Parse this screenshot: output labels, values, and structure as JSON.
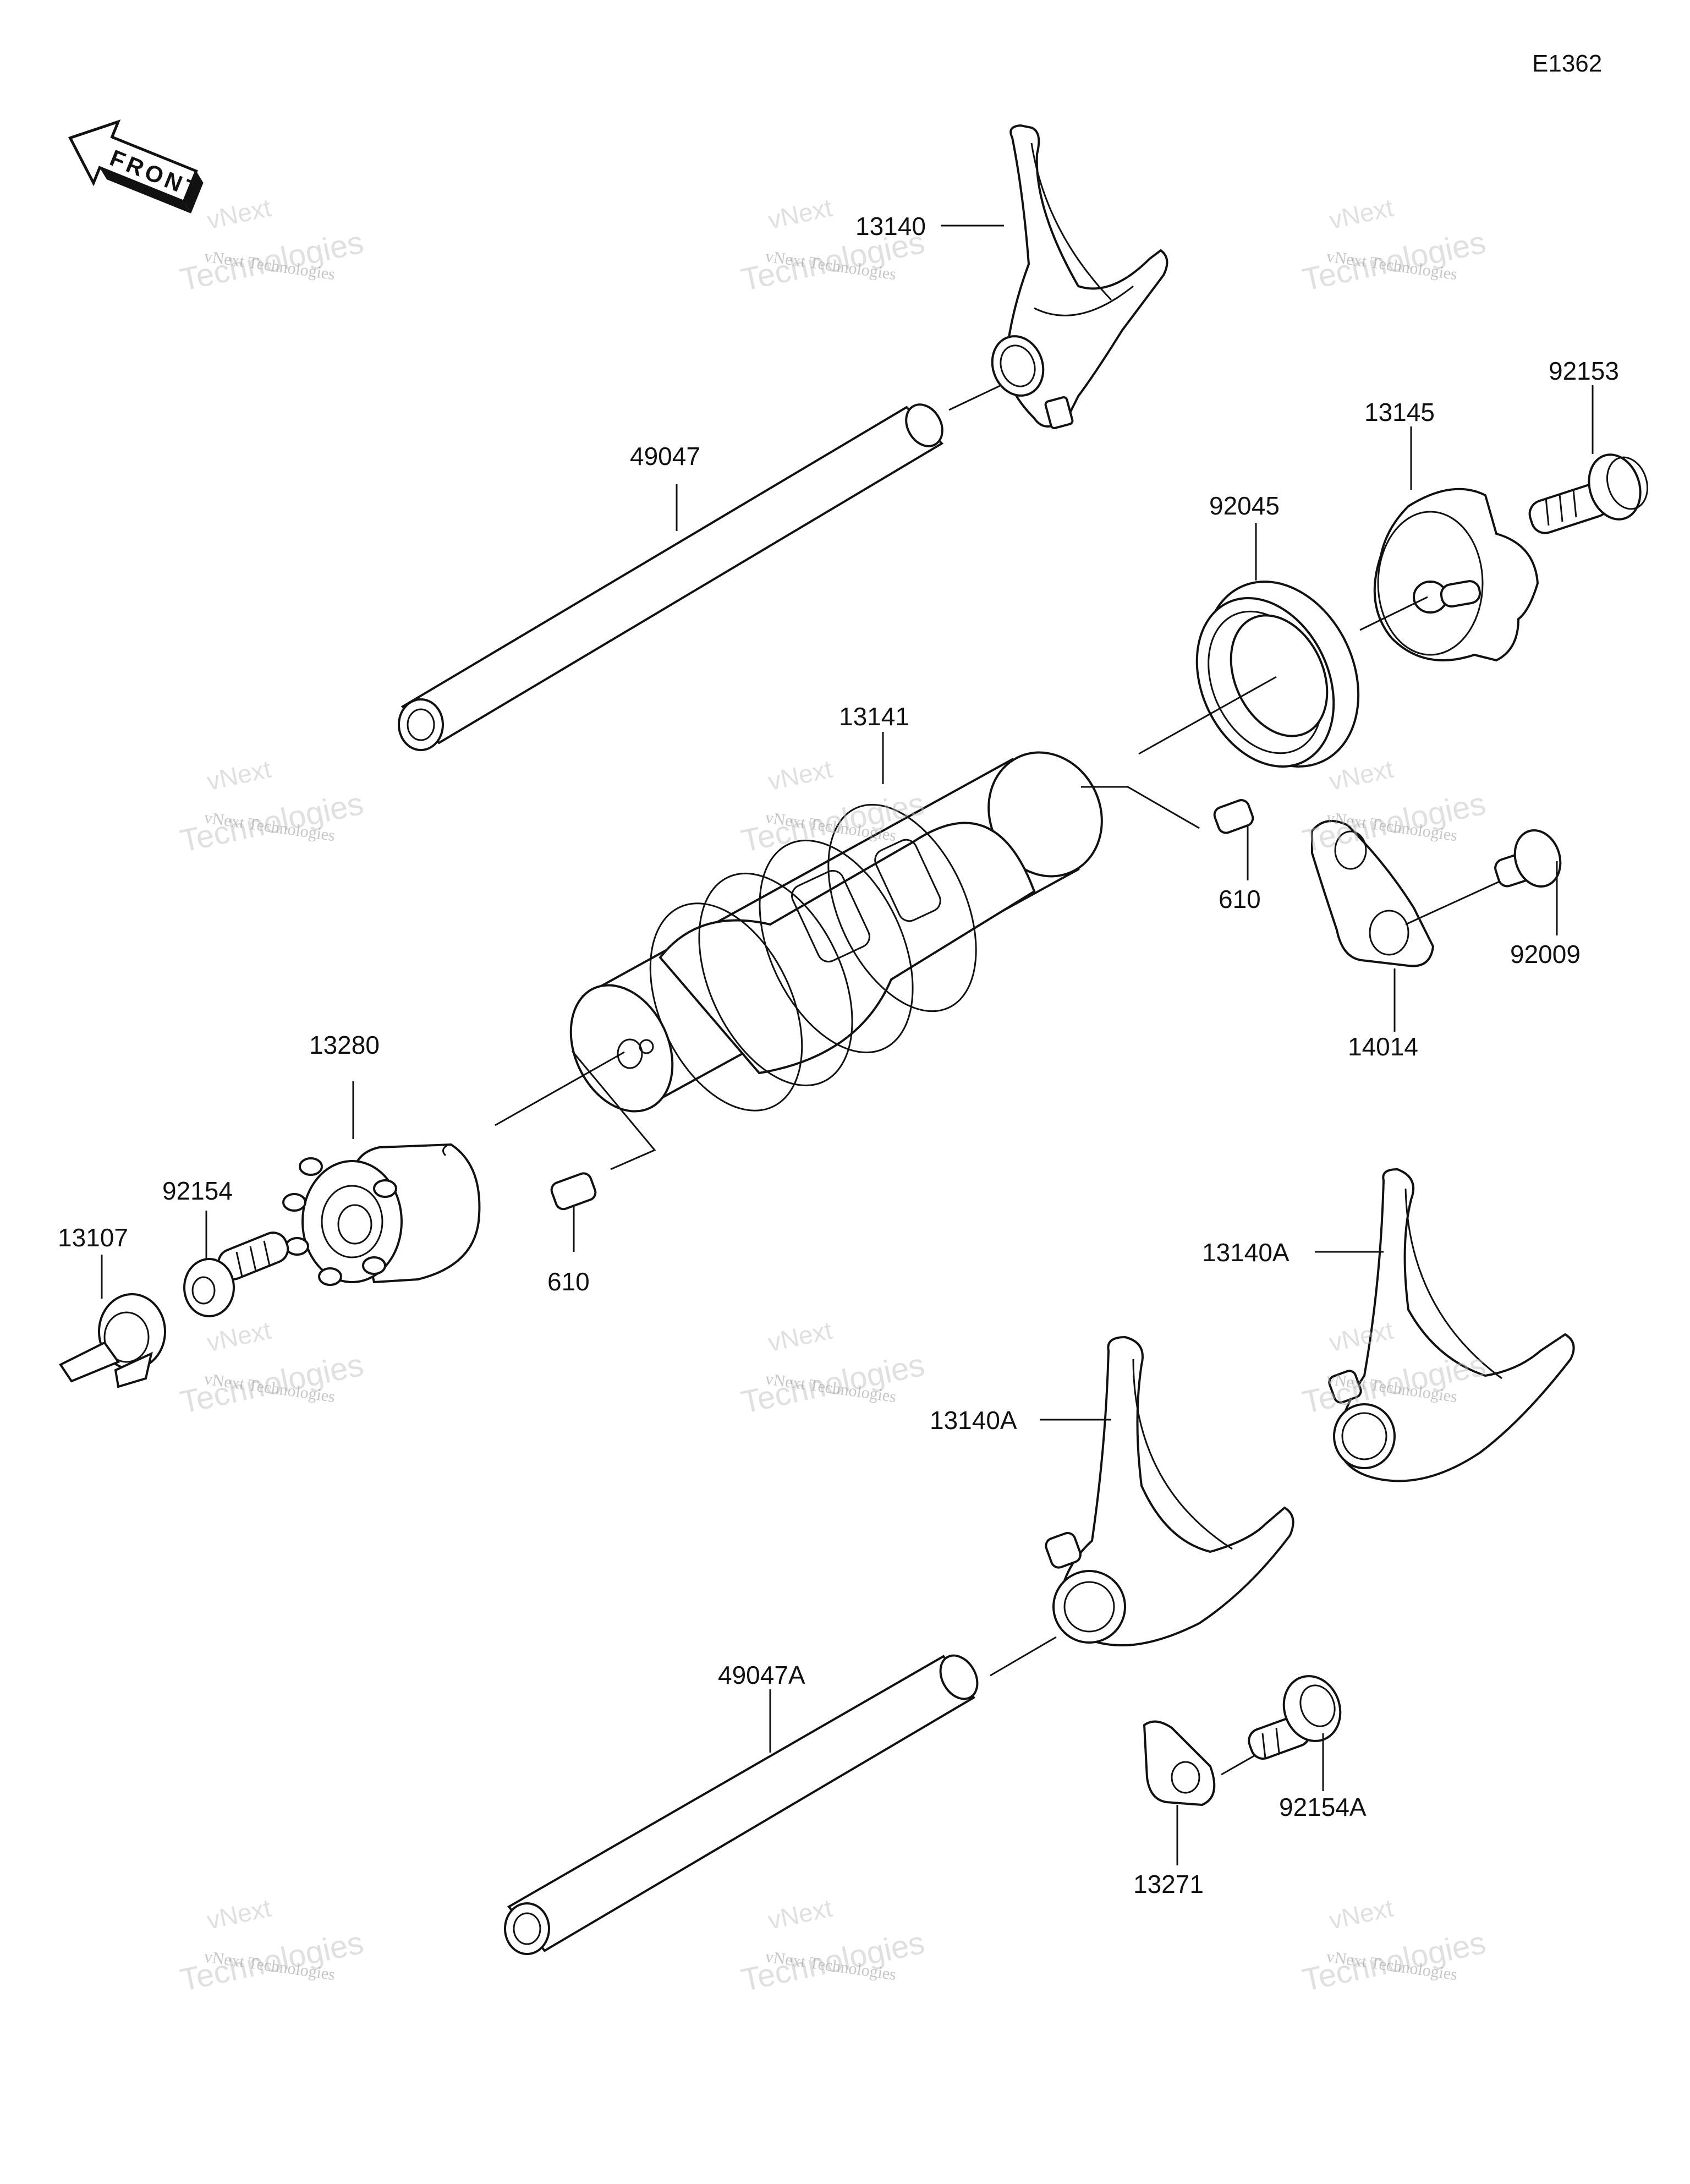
{
  "diagram_id": "E1362",
  "front_label": "FRONT",
  "watermark": {
    "line1": "vNext Technologies",
    "line2": "Technologies",
    "line3": "vNext"
  },
  "part_labels": {
    "p13140": "13140",
    "p49047": "49047",
    "p92153": "92153",
    "p13145": "13145",
    "p92045": "92045",
    "p13141": "13141",
    "p610_upper": "610",
    "p92009": "92009",
    "p14014": "14014",
    "p13280": "13280",
    "p92154": "92154",
    "p13107": "13107",
    "p610_lower": "610",
    "p13140a_upper": "13140A",
    "p13140a_lower": "13140A",
    "p49047a": "49047A",
    "p92154a": "92154A",
    "p13271": "13271"
  }
}
